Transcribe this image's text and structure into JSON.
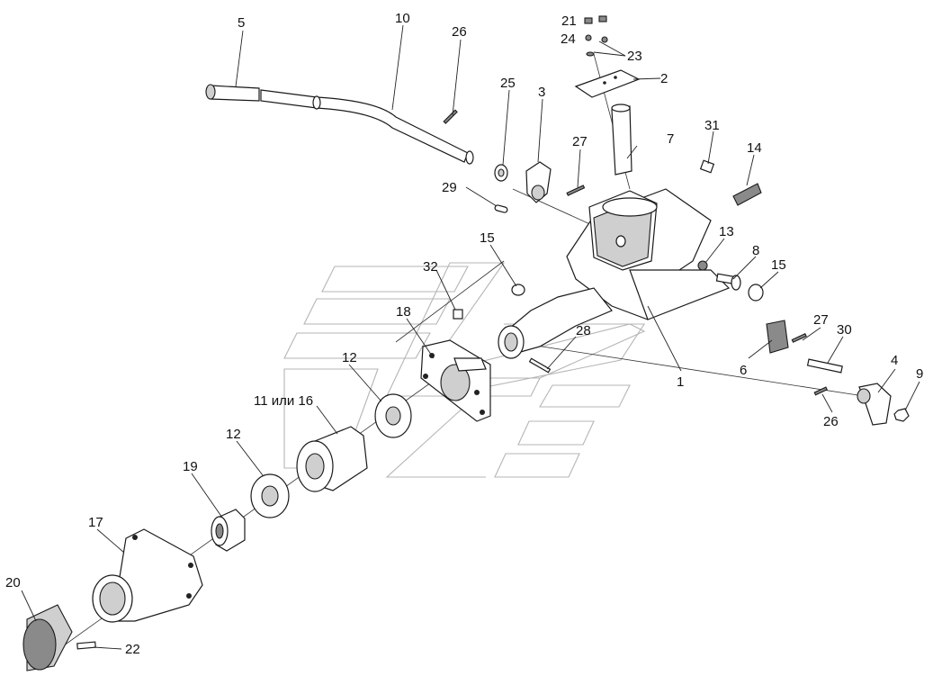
{
  "callouts": [
    {
      "id": "c1",
      "text": "1"
    },
    {
      "id": "c2",
      "text": "2"
    },
    {
      "id": "c3",
      "text": "3"
    },
    {
      "id": "c4",
      "text": "4"
    },
    {
      "id": "c5",
      "text": "5"
    },
    {
      "id": "c6",
      "text": "6"
    },
    {
      "id": "c7",
      "text": "7"
    },
    {
      "id": "c8",
      "text": "8"
    },
    {
      "id": "c9",
      "text": "9"
    },
    {
      "id": "c10",
      "text": "10"
    },
    {
      "id": "c11",
      "text": "11 или 16"
    },
    {
      "id": "c12a",
      "text": "12"
    },
    {
      "id": "c12b",
      "text": "12"
    },
    {
      "id": "c13",
      "text": "13"
    },
    {
      "id": "c14",
      "text": "14"
    },
    {
      "id": "c15a",
      "text": "15"
    },
    {
      "id": "c15b",
      "text": "15"
    },
    {
      "id": "c17",
      "text": "17"
    },
    {
      "id": "c18",
      "text": "18"
    },
    {
      "id": "c19",
      "text": "19"
    },
    {
      "id": "c20",
      "text": "20"
    },
    {
      "id": "c21",
      "text": "21"
    },
    {
      "id": "c22",
      "text": "22"
    },
    {
      "id": "c23",
      "text": "23"
    },
    {
      "id": "c24",
      "text": "24"
    },
    {
      "id": "c25",
      "text": "25"
    },
    {
      "id": "c26a",
      "text": "26"
    },
    {
      "id": "c26b",
      "text": "26"
    },
    {
      "id": "c27a",
      "text": "27"
    },
    {
      "id": "c27b",
      "text": "27"
    },
    {
      "id": "c28",
      "text": "28"
    },
    {
      "id": "c29",
      "text": "29"
    },
    {
      "id": "c30",
      "text": "30"
    },
    {
      "id": "c31",
      "text": "31"
    },
    {
      "id": "c32",
      "text": "32"
    }
  ]
}
